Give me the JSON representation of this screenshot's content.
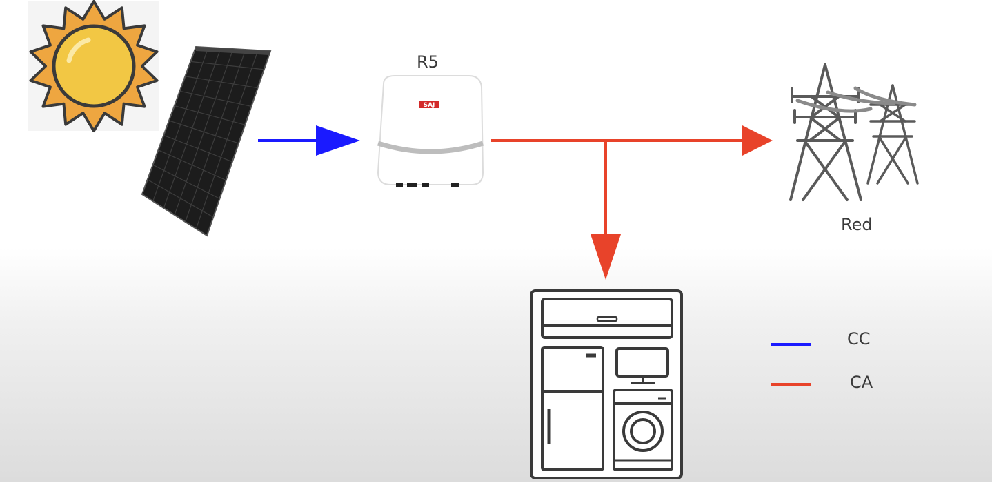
{
  "diagram": {
    "inverter_label": "R5",
    "inverter_brand": "SAJ",
    "grid_label": "Red",
    "legend": [
      {
        "label": "CC",
        "color": "#1a1aff"
      },
      {
        "label": "CA",
        "color": "#e8432a"
      }
    ]
  },
  "colors": {
    "dc_line": "#1a1aff",
    "ac_line": "#e8432a",
    "sun_fill": "#f2c744",
    "sun_rays": "#eea640",
    "outline": "#3a3a3a",
    "tower": "#5a5a5a",
    "panel": "#1c1c1c"
  },
  "icons": [
    "sun-icon",
    "solar-panel-icon",
    "inverter-icon",
    "power-tower-icon",
    "home-appliances-icon"
  ]
}
